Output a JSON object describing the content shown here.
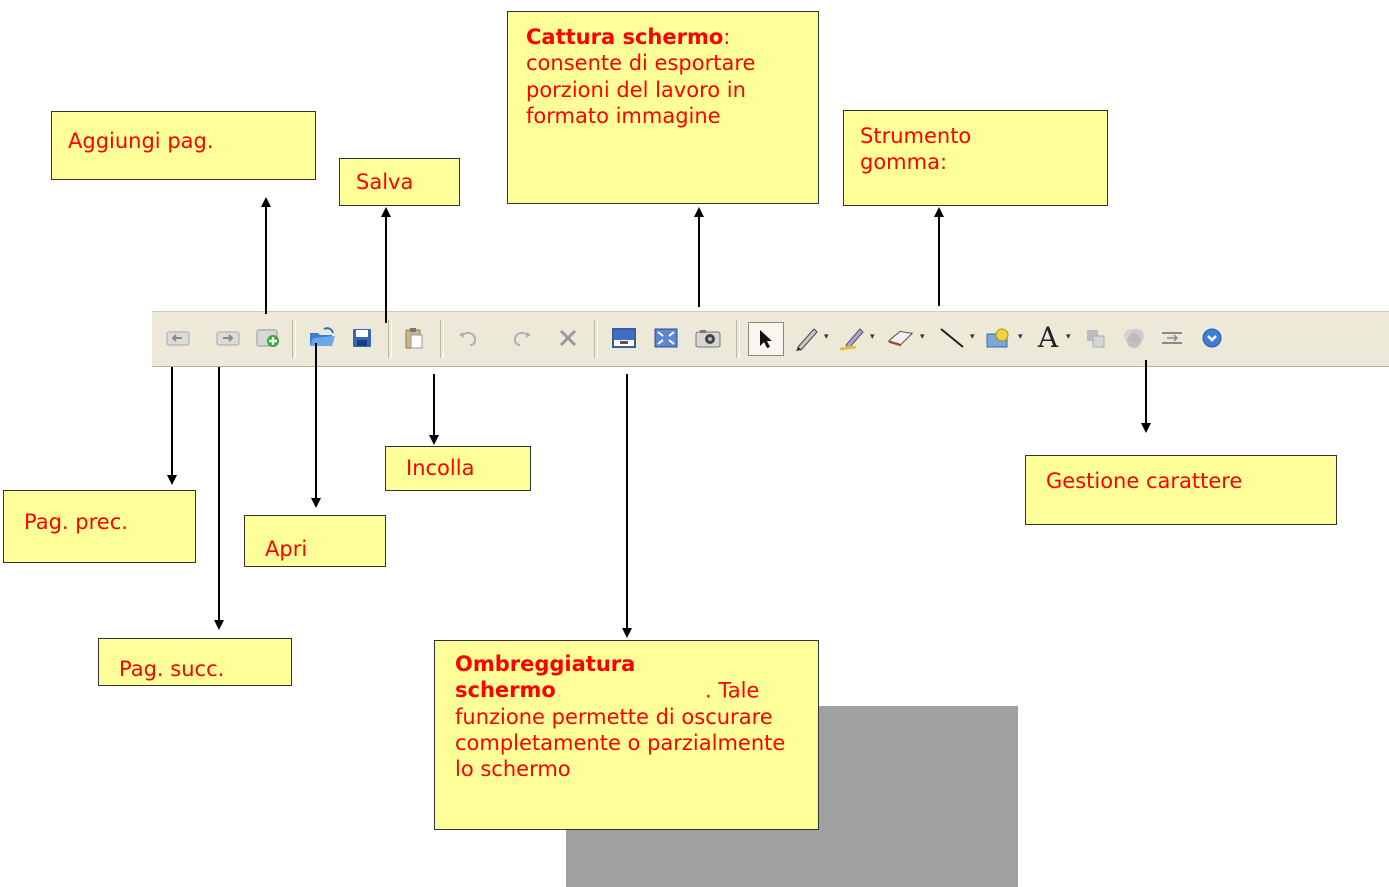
{
  "callouts": {
    "aggiungi": "Aggiungi pag.",
    "salva": "Salva",
    "cattura_title": "Cattura schermo",
    "cattura_colon": ":",
    "cattura_body": "consente di esportare porzioni del lavoro in formato immagine",
    "gomma": "Strumento gomma:",
    "incolla": "Incolla",
    "gestione": "Gestione carattere",
    "prec": "Pag. prec.",
    "apri": "Apri",
    "succ": "Pag. succ.",
    "ombra_title": "Ombreggiatura schermo",
    "ombra_body": ". Tale funzione permette di oscurare completamente o parzialmente lo schermo"
  },
  "toolbar": {
    "icons": [
      "previous-page-icon",
      "next-page-icon",
      "add-page-icon",
      "open-folder-icon",
      "save-disk-icon",
      "paste-clipboard-icon",
      "undo-icon",
      "redo-icon",
      "delete-x-icon",
      "screen-shade-icon",
      "fullscreen-icon",
      "camera-capture-icon",
      "select-arrow-icon",
      "pen-icon",
      "highlighter-icon",
      "eraser-icon",
      "line-icon",
      "shape-fill-icon",
      "text-font-icon",
      "layer-order-icon",
      "transparency-icon",
      "toolbar-move-icon",
      "more-icon"
    ],
    "font_glyph": "A",
    "colors": {
      "callout_bg": "#ffff99",
      "callout_text": "#ff0000",
      "toolbar_bg": "#ece9d8",
      "shade_block": "#a0a0a0"
    }
  }
}
